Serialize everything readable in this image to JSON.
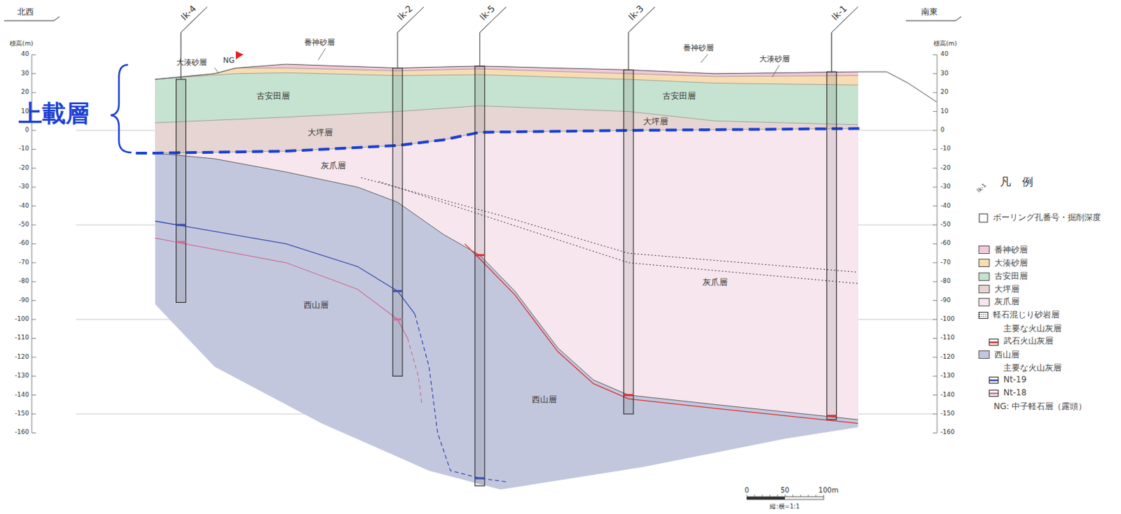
{
  "diagram": {
    "labels": [
      "北西",
      "南東",
      "標高(m)",
      "標高(m)",
      "上載層",
      "Ik-4",
      "Ik-2",
      "Ik-5",
      "Ik-3",
      "Ik-1",
      "大湊砂層",
      "NG",
      "番神砂層",
      "番神砂層",
      "大湊砂層",
      "古安田層",
      "古安田層",
      "大坪層",
      "大坪層",
      "灰爪層",
      "灰爪層",
      "西山層",
      "西山層",
      "40",
      "30",
      "20",
      "10",
      "0",
      "-10",
      "-20",
      "-30",
      "-40",
      "-50",
      "-60",
      "-70",
      "-80",
      "-90",
      "-100",
      "-110",
      "-120",
      "-130",
      "-140",
      "-150",
      "-160",
      "40",
      "30",
      "20",
      "10",
      "0",
      "-10",
      "-20",
      "-30",
      "-40",
      "-50",
      "-60",
      "-70",
      "-80",
      "-90",
      "-100",
      "-110",
      "-120",
      "-130",
      "-140",
      "-150",
      "-160",
      "0",
      "50",
      "100m",
      "縦:横=1:1",
      "凡　例",
      "Ik-1"
    ],
    "legend": [
      {
        "text": "ボーリング孔番号・掘削深度"
      },
      {
        "text": "番神砂層",
        "color": "#f0c8da"
      },
      {
        "text": "大湊砂層",
        "color": "#f8dcb2"
      },
      {
        "text": "古安田層",
        "color": "#c6e2d0"
      },
      {
        "text": "大坪層",
        "color": "#e6d5d2"
      },
      {
        "text": "灰爪層",
        "color": "#f7e6ee"
      },
      {
        "text": "軽石混じり砂岩層"
      },
      {
        "text": "主要な火山灰層"
      },
      {
        "text": "武石火山灰層"
      },
      {
        "text": "西山層",
        "color": "#c3c7de"
      },
      {
        "text": "主要な火山灰層"
      },
      {
        "text": "Nt-19"
      },
      {
        "text": "Nt-18"
      },
      {
        "text": "NG: 中子軽石層（露頭）"
      }
    ]
  }
}
